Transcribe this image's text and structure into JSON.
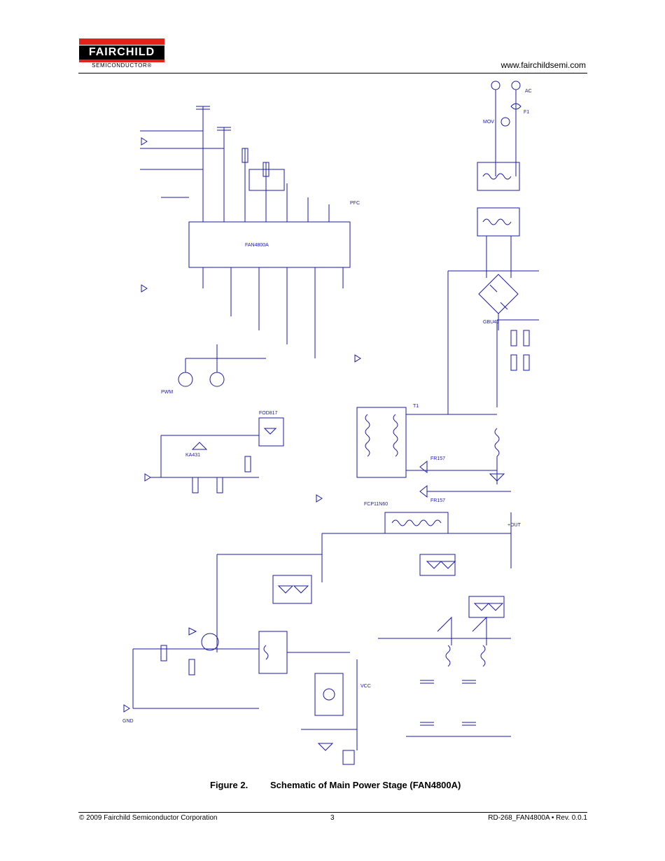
{
  "header": {
    "logo_word": "FAIRCHILD",
    "logo_sub": "SEMICONDUCTOR",
    "logo_mark": "®",
    "url": "www.fairchildsemi.com"
  },
  "schematic": {
    "labels": {
      "controller": "FAN4800A",
      "mosfet": "FCP11N60",
      "bridge": "GBU4J",
      "fuse": "F1",
      "mov": "MOV",
      "transformer": "T1",
      "diode_a": "FR157",
      "diode_b": "FR157",
      "opto": "FOD817",
      "shunt": "KA431",
      "pfc_label": "PFC",
      "pwm_label": "PWM",
      "vcc_label": "VCC",
      "out_label": "+OUT",
      "ac_label": "AC",
      "gnd_label": "GND"
    }
  },
  "caption": {
    "figure": "Figure 2.",
    "title": "Schematic of Main Power Stage (FAN4800A)"
  },
  "footer": {
    "copyright": "© 2009 Fairchild Semiconductor Corporation",
    "page": "3",
    "docid": "RD-268_FAN4800A  •  Rev. 0.0.1"
  },
  "colors": {
    "brand_red": "#e2231a",
    "schematic_blue": "#1a1aa6",
    "text": "#000000"
  }
}
